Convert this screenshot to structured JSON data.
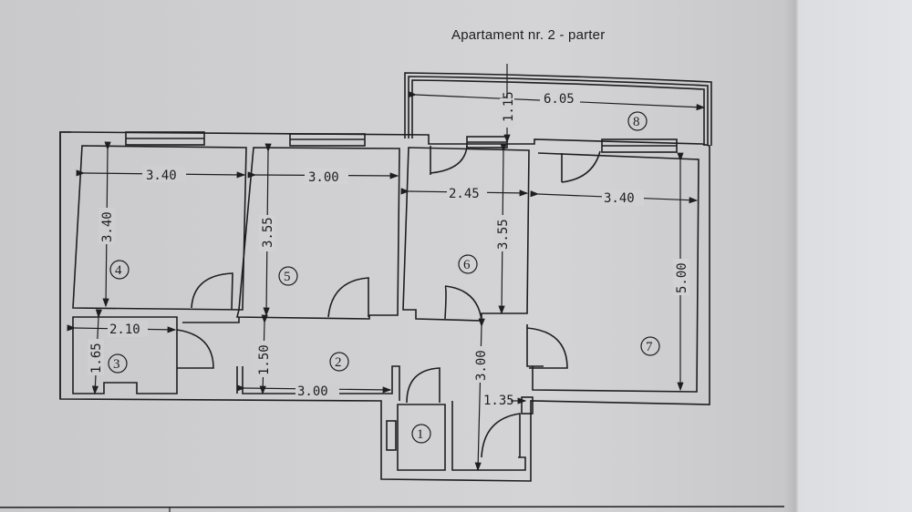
{
  "title": "Apartament nr. 2 - parter",
  "colors": {
    "paper": "#cfcfd1",
    "ink": "#1e1e22"
  },
  "rooms": [
    {
      "number": "1"
    },
    {
      "number": "2"
    },
    {
      "number": "3"
    },
    {
      "number": "4"
    },
    {
      "number": "5"
    },
    {
      "number": "6"
    },
    {
      "number": "7"
    },
    {
      "number": "8"
    }
  ],
  "dimensions": {
    "balcony_width": "6.05",
    "balcony_depth": "1.15",
    "room4_width": "3.40",
    "room4_height": "3.40",
    "room5_width": "3.00",
    "room5_height": "3.55",
    "room6_width": "2.45",
    "room6_height": "3.55",
    "room7_width": "3.40",
    "room7_height": "5.00",
    "room3_width": "2.10",
    "room3_height": "1.65",
    "hall_depth": "1.50",
    "hall_length": "3.00",
    "entry_length": "3.00",
    "entry_width": "1.35"
  }
}
